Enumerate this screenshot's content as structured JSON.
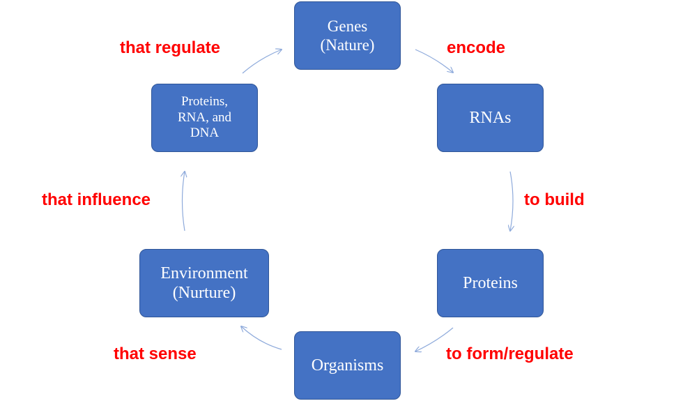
{
  "diagram": {
    "nodes": {
      "genes": [
        "Genes",
        "(Nature)"
      ],
      "rnas": [
        "RNAs"
      ],
      "proteins": [
        "Proteins"
      ],
      "organisms": [
        "Organisms"
      ],
      "environment": [
        "Environment",
        "(Nurture)"
      ],
      "molecules": [
        "Proteins,",
        "RNA, and",
        "DNA"
      ]
    },
    "edges": {
      "genes_to_rnas": "encode",
      "rnas_to_proteins": "to build",
      "proteins_to_organisms": "to form/regulate",
      "organisms_to_environment": "that sense",
      "environment_to_molecules": "that influence",
      "molecules_to_genes": "that regulate"
    },
    "colors": {
      "node_fill": "#4472c4",
      "node_border": "#2f5597",
      "node_text": "#ffffff",
      "edge_label": "#ff0000",
      "arrow": "#8eaadb"
    }
  }
}
